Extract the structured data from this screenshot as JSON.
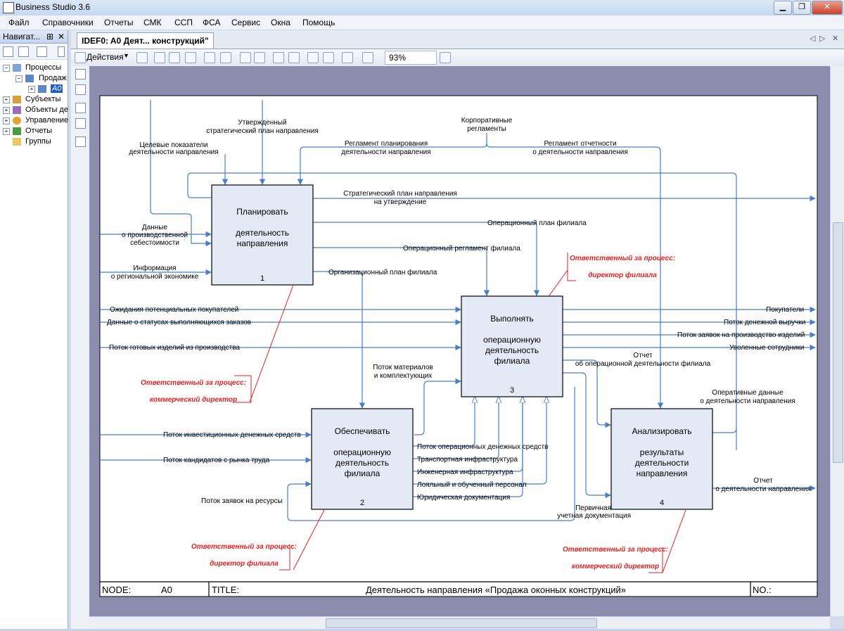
{
  "window": {
    "title": "Business Studio 3.6"
  },
  "menu": [
    "Файл",
    "Справочники",
    "Отчеты",
    "СМК",
    "ССП",
    "ФСА",
    "Сервис",
    "Окна",
    "Помощь"
  ],
  "nav": {
    "title": "Навигат...",
    "pin": "⊞",
    "close": "✕",
    "tree": [
      "Процессы",
      "Продаж",
      "A0",
      "Субъекты",
      "Объекты де",
      "Управление",
      "Отчеты",
      "Группы"
    ]
  },
  "tab": {
    "label": "IDEF0: A0 Деят... конструкций\""
  },
  "toolbar": {
    "actions": "Действия",
    "zoom": "93%"
  },
  "colors": {
    "flow": "#4a7ec8",
    "box_fill": "#e4eaf5",
    "annotation": "#e32020"
  },
  "diagram": {
    "boxes": [
      {
        "title": "Планировать",
        "l2": "деятельность",
        "l3": "направления",
        "num": "1"
      },
      {
        "title": "Обеспечивать",
        "l2": "операционную",
        "l3": "деятельность",
        "l4": "филиала",
        "num": "2"
      },
      {
        "title": "Выполнять",
        "l2": "операционную",
        "l3": "деятельность",
        "l4": "филиала",
        "num": "3"
      },
      {
        "title": "Анализировать",
        "l2": "результаты",
        "l3": "деятельности",
        "l4": "направления",
        "num": "4"
      }
    ],
    "arrows": {
      "a1": "Утвержденный",
      "a1b": "стратегический план направления",
      "a2": "Целевые показатели",
      "a2b": "деятельности направления",
      "a3": "Корпоративные",
      "a3b": "регламенты",
      "a4": "Регламент планирования",
      "a4b": "деятельности направления",
      "a5": "Регламент отчетности",
      "a5b": "о деятельности направления",
      "a6": "Стратегический план направления",
      "a6b": "на утверждение",
      "a7": "Данные",
      "a7b": "о производственной",
      "a7c": "себестоимости",
      "a8": "Операционный план филиала",
      "a9": "Операционный регламент филиала",
      "a10": "Информация",
      "a10b": "о региональной экономике",
      "a11": "Организационный план филиала",
      "a12": "Ожидания потенциальных покупателей",
      "a13": "Данные о статусах выполняющихся заказов",
      "a14": "Поток готовых изделий из производства",
      "a15": "Поток материалов",
      "a15b": "и комплектующих",
      "a16": "Покупатели",
      "a17": "Поток денежной выручки",
      "a18": "Поток заявок на производство изделий",
      "a19": "Уволенные сотрудники",
      "a20": "Отчет",
      "a20b": "об операционной деятельности филиала",
      "a21": "Оперативные данные",
      "a21b": "о деятельности направления",
      "a22": "Поток инвестиционных денежных средств",
      "a23": "Поток кандидатов с рынка труда",
      "a24": "Поток заявок на ресурсы",
      "a25": "Поток операционных денежных средств",
      "a26": "Транспортная инфраструктура",
      "a27": "Инженерная инфраструктура",
      "a28": "Лояльный и обученный персонал",
      "a29": "Юридическая документация",
      "a30": "Первичная",
      "a30b": "учетная документация",
      "a31": "Отчет",
      "a31b": "о деятельности направления"
    },
    "notes": {
      "n1a": "Ответственный за процесс:",
      "n1b": "директор филиала",
      "n2a": "Ответственный за процесс:",
      "n2b": "коммерческий директор",
      "n3a": "Ответственный за процесс:",
      "n3b": "директор филиала",
      "n4a": "Ответственный за процесс:",
      "n4b": "коммерческий директор"
    },
    "footer": {
      "node_label": "NODE:",
      "node": "A0",
      "title_label": "TITLE:",
      "title": "Деятельность направления «Продажа оконных конструкций»",
      "no_label": "NO.:"
    }
  }
}
